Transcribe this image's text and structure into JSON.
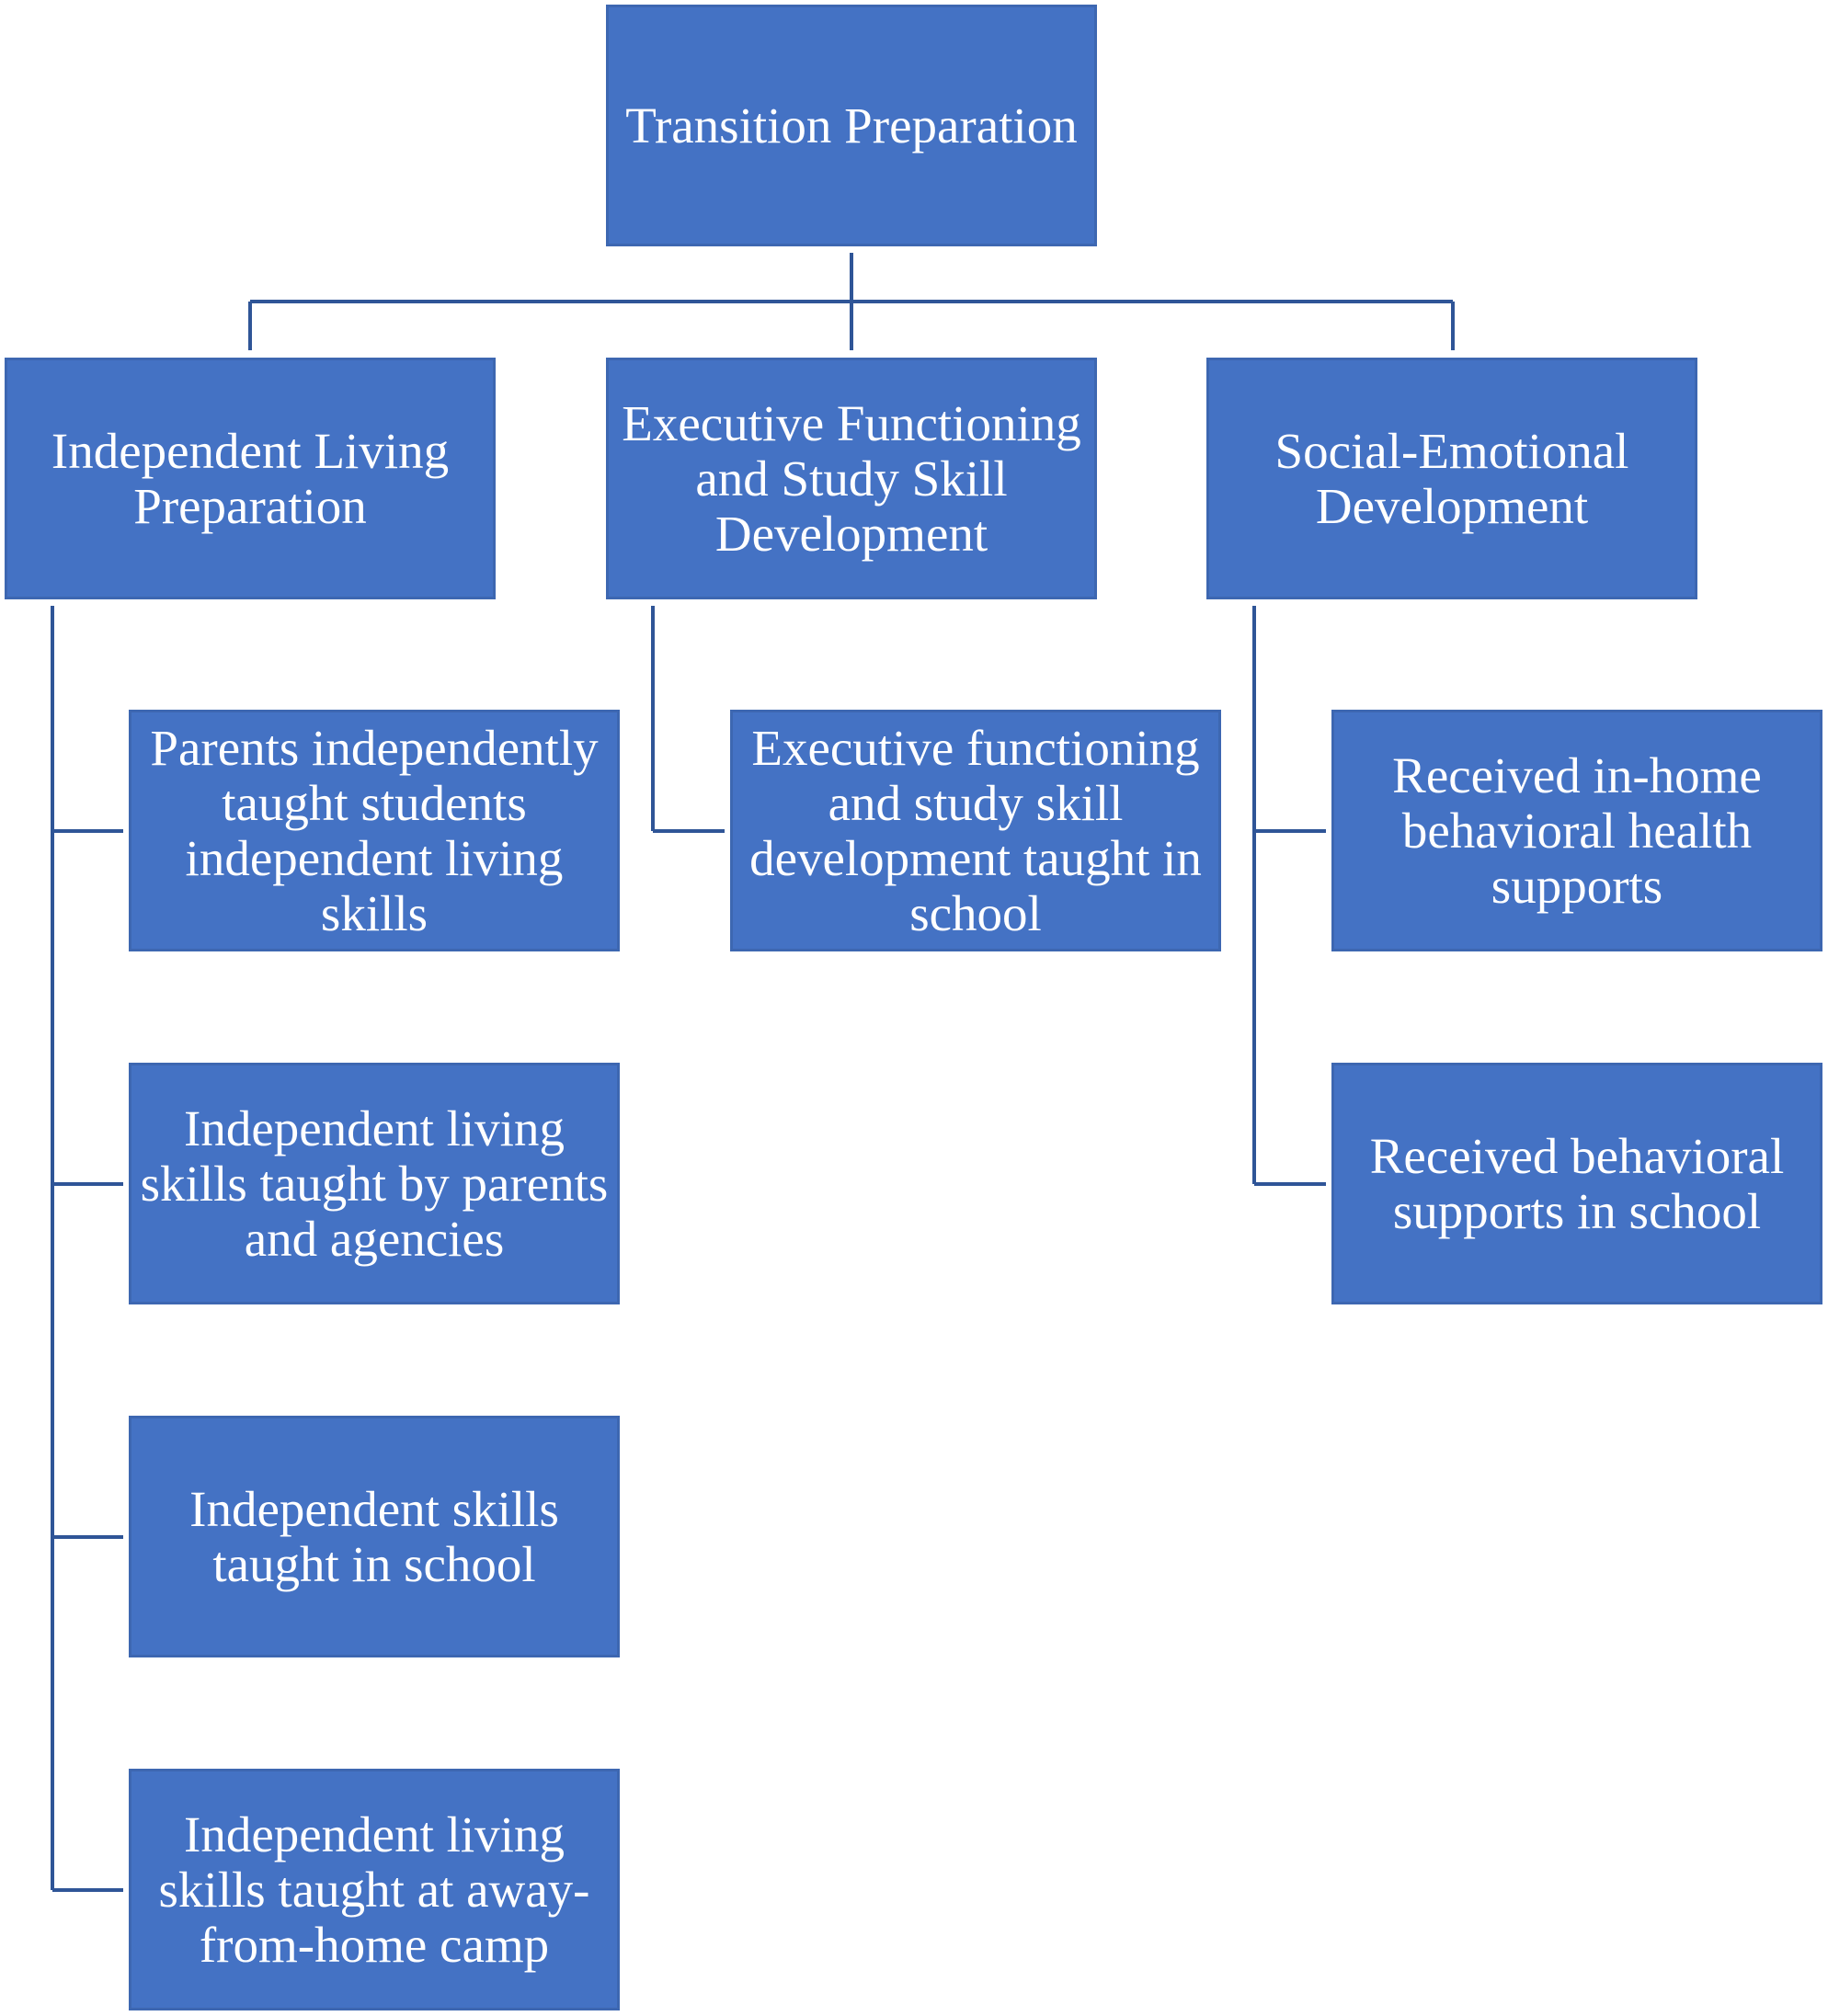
{
  "diagram": {
    "root": {
      "label": "Transition Preparation"
    },
    "branches": [
      {
        "label": "Independent Living Preparation",
        "children": [
          {
            "label": "Parents independently taught students independent living skills"
          },
          {
            "label": "Independent living skills taught by parents and agencies"
          },
          {
            "label": "Independent skills taught in school"
          },
          {
            "label": "Independent living skills taught at away-from-home camp"
          }
        ]
      },
      {
        "label": "Executive Functioning and Study Skill Development",
        "children": [
          {
            "label": "Executive functioning and study skill development taught in school"
          }
        ]
      },
      {
        "label": "Social-Emotional Development",
        "children": [
          {
            "label": "Received in-home behavioral health supports"
          },
          {
            "label": "Received behavioral supports in school"
          }
        ]
      }
    ]
  },
  "colors": {
    "node_fill": "#4472c4",
    "node_border": "#3d67b1",
    "connector": "#2f5597",
    "text": "#ffffff",
    "background": "#ffffff"
  }
}
